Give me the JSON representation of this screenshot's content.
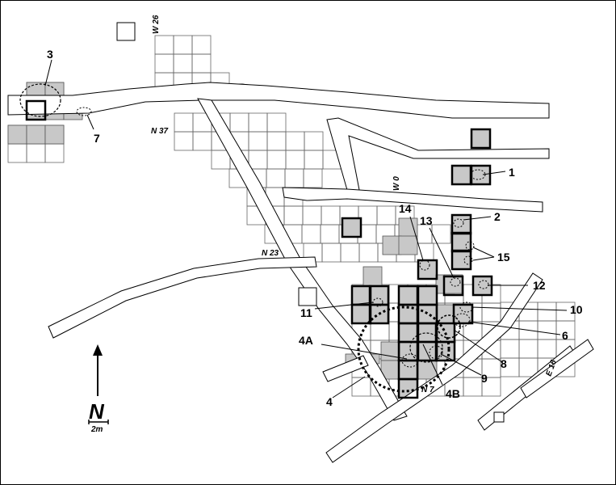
{
  "north": {
    "label": "N",
    "scale": "2m"
  },
  "grid_labels": {
    "w26": "W 26",
    "n37": "N 37",
    "w0": "W 0",
    "n23": "N 23",
    "n7": "N 7",
    "e16": "E 16"
  },
  "features": {
    "f1": "1",
    "f2": "2",
    "f3": "3",
    "f4": "4",
    "f4a": "4A",
    "f4b": "4B",
    "f6": "6",
    "f7": "7",
    "f8": "8",
    "f9": "9",
    "f10": "10",
    "f11": "11",
    "f12": "12",
    "f13": "13",
    "f14": "14",
    "f15": "15"
  }
}
